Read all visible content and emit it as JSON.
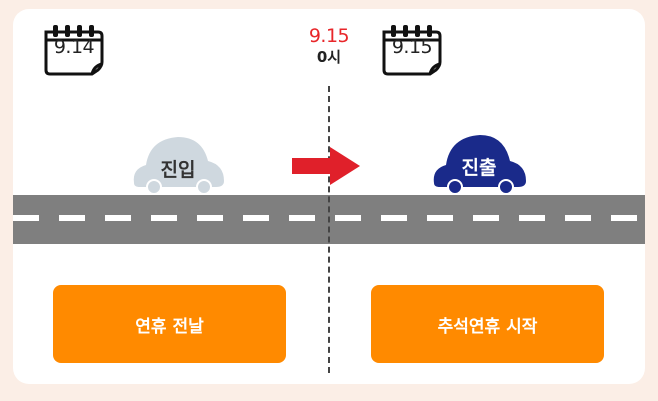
{
  "colors": {
    "background": "#fbeee6",
    "card": "#ffffff",
    "road": "#7f7f7f",
    "lane": "#ffffff",
    "arrow": "#e0202a",
    "entry_car": "#cfd8df",
    "exit_car": "#1a2a8a",
    "button": "#ff8a00",
    "time_date": "#e8262a"
  },
  "left_calendar": {
    "date": "9.14",
    "icon": "calendar-icon"
  },
  "right_calendar": {
    "date": "9.15",
    "icon": "calendar-icon"
  },
  "boundary": {
    "date": "9.15",
    "time": "0시"
  },
  "entry_car": {
    "label": "진입",
    "icon": "car-icon"
  },
  "exit_car": {
    "label": "진출",
    "icon": "car-icon"
  },
  "arrow": {
    "icon": "arrow-right-icon"
  },
  "buttons": {
    "left": "연휴 전날",
    "right": "추석연휴 시작"
  }
}
